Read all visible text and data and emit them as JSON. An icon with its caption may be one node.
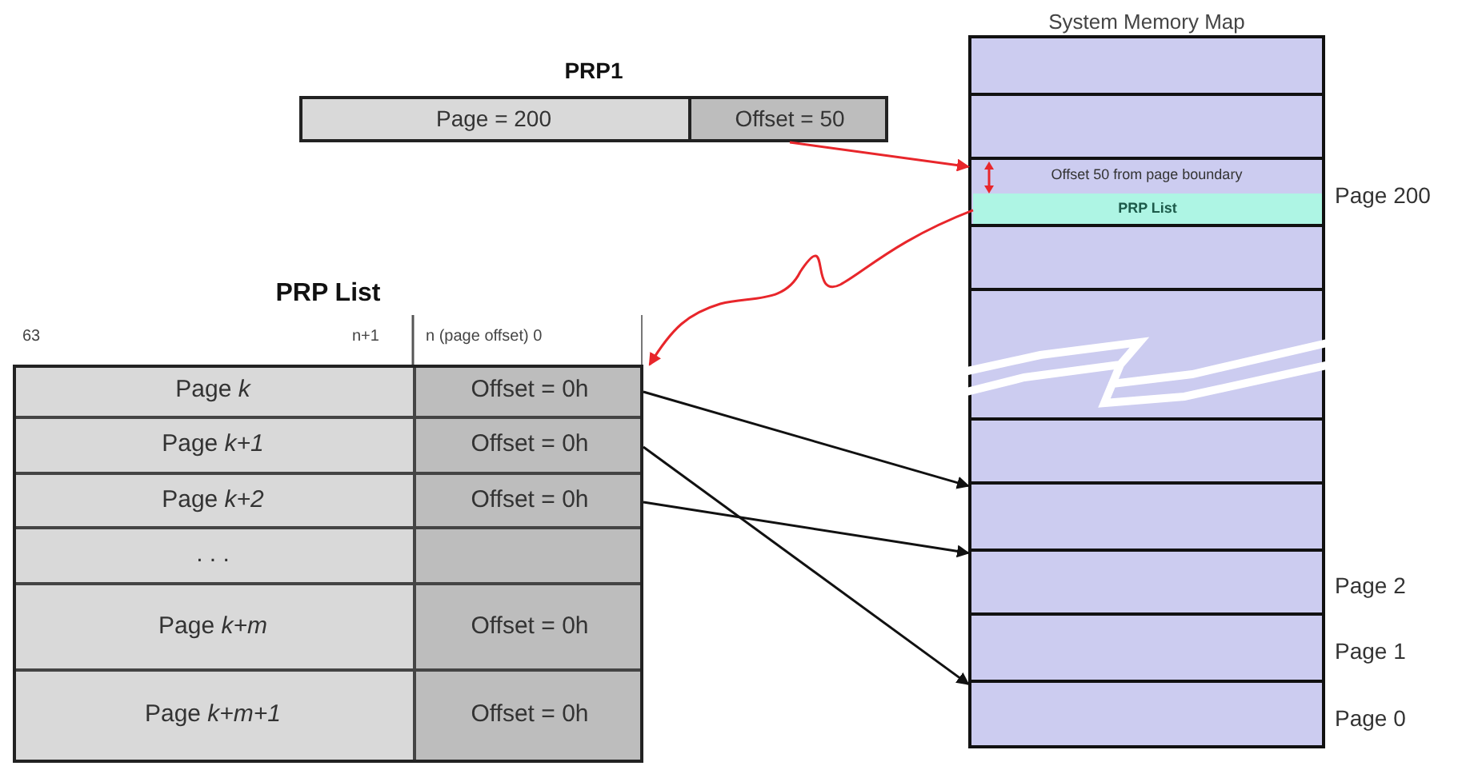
{
  "diagram": {
    "nodes": [
      {
        "text": [
          "PRP1"
        ]
      },
      {
        "text": [
          "Page = 200"
        ],
        "in": 0
      },
      {
        "text": [
          "Offset = 50"
        ],
        "in": 0
      },
      {
        "text": [
          "PRP List"
        ]
      },
      {
        "text": [
          "Page *k*"
        ],
        "in": 3
      },
      {
        "text": [
          "Offset = 0h"
        ],
        "in": 3
      },
      {
        "text": [
          "Page *k+1*"
        ],
        "in": 3
      },
      {
        "text": [
          "Offset = 0h"
        ],
        "in": 3
      },
      {
        "text": [
          "Page *k+2*"
        ],
        "in": 3
      },
      {
        "text": [
          "Offset = 0h"
        ],
        "in": 3
      },
      {
        "text": [
          ". . ."
        ],
        "in": 3
      },
      {
        "text": [],
        "shape": "box",
        "in": 3
      },
      {
        "text": [
          "Page *k+m*"
        ],
        "in": 3
      },
      {
        "text": [
          "Offset = 0h"
        ],
        "in": 3
      },
      {
        "text": [
          "Page *k+m+1*"
        ],
        "in": 3
      },
      {
        "text": [
          "Offset = 0h"
        ],
        "in": 3
      },
      {
        "text": [
          "System Memory Map"
        ]
      },
      {
        "text": [],
        "shape": "box",
        "in": 16
      },
      {
        "text": [],
        "shape": "box",
        "in": 16
      },
      {
        "text": [
          "Offset 50 from page boundary"
        ],
        "in": 16,
        "beside": [
          "Page 200"
        ]
      },
      {
        "text": [
          "PRP List"
        ],
        "in": 19
      },
      {
        "text": [],
        "shape": "box",
        "in": 16
      },
      {
        "text": [],
        "shape": "box",
        "in": 16
      },
      {
        "text": [],
        "shape": "box",
        "in": 16
      },
      {
        "text": [],
        "shape": "box",
        "in": 16
      },
      {
        "text": [],
        "shape": "box",
        "in": 16,
        "beside": [
          "Page 2"
        ]
      },
      {
        "text": [],
        "shape": "box",
        "in": 16,
        "beside": [
          "Page 1"
        ]
      },
      {
        "text": [],
        "shape": "box",
        "in": 16,
        "beside": [
          "Page 0"
        ]
      }
    ],
    "edges": [
      {
        "from": 2,
        "to": 19,
        "arrow": "to",
        "color": "#e8262b"
      },
      {
        "from": 20,
        "to": 3,
        "arrow": "to",
        "color": "#e8262b"
      },
      {
        "from": 5,
        "to": 24,
        "arrow": "to",
        "color": "#111111"
      },
      {
        "from": 7,
        "to": 27,
        "arrow": "to",
        "color": "#111111"
      },
      {
        "from": 9,
        "to": 25,
        "arrow": "to",
        "color": "#111111"
      }
    ],
    "labels": [
      "63",
      "n+1",
      "n (page offset) 0"
    ]
  }
}
